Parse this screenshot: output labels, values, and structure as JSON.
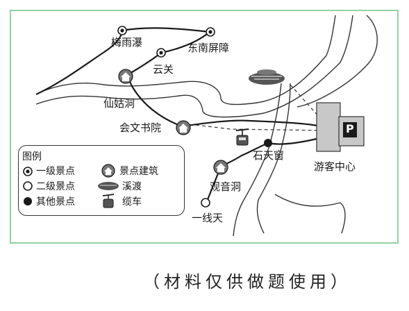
{
  "map": {
    "spots": {
      "meiyu_waterfall": "梅雨瀑",
      "dongnan_pingzhang": "东南屏障",
      "yunguan": "云关",
      "xiangu_cave": "仙姑洞",
      "huiwen_academy": "会文书院",
      "shitian_window": "石天窗",
      "guanyin_cave": "观音洞",
      "yixiantian": "一线天",
      "visitor_center": "游客中心"
    },
    "parking_symbol": "P"
  },
  "legend": {
    "title": "图例",
    "items": {
      "first_class": "一级景点",
      "second_class": "二级景点",
      "other_spot": "其他景点",
      "building": "景点建筑",
      "ferry": "溪渡",
      "cable_car": "缆车"
    }
  },
  "caption": "（材料仅供做题使用）"
}
